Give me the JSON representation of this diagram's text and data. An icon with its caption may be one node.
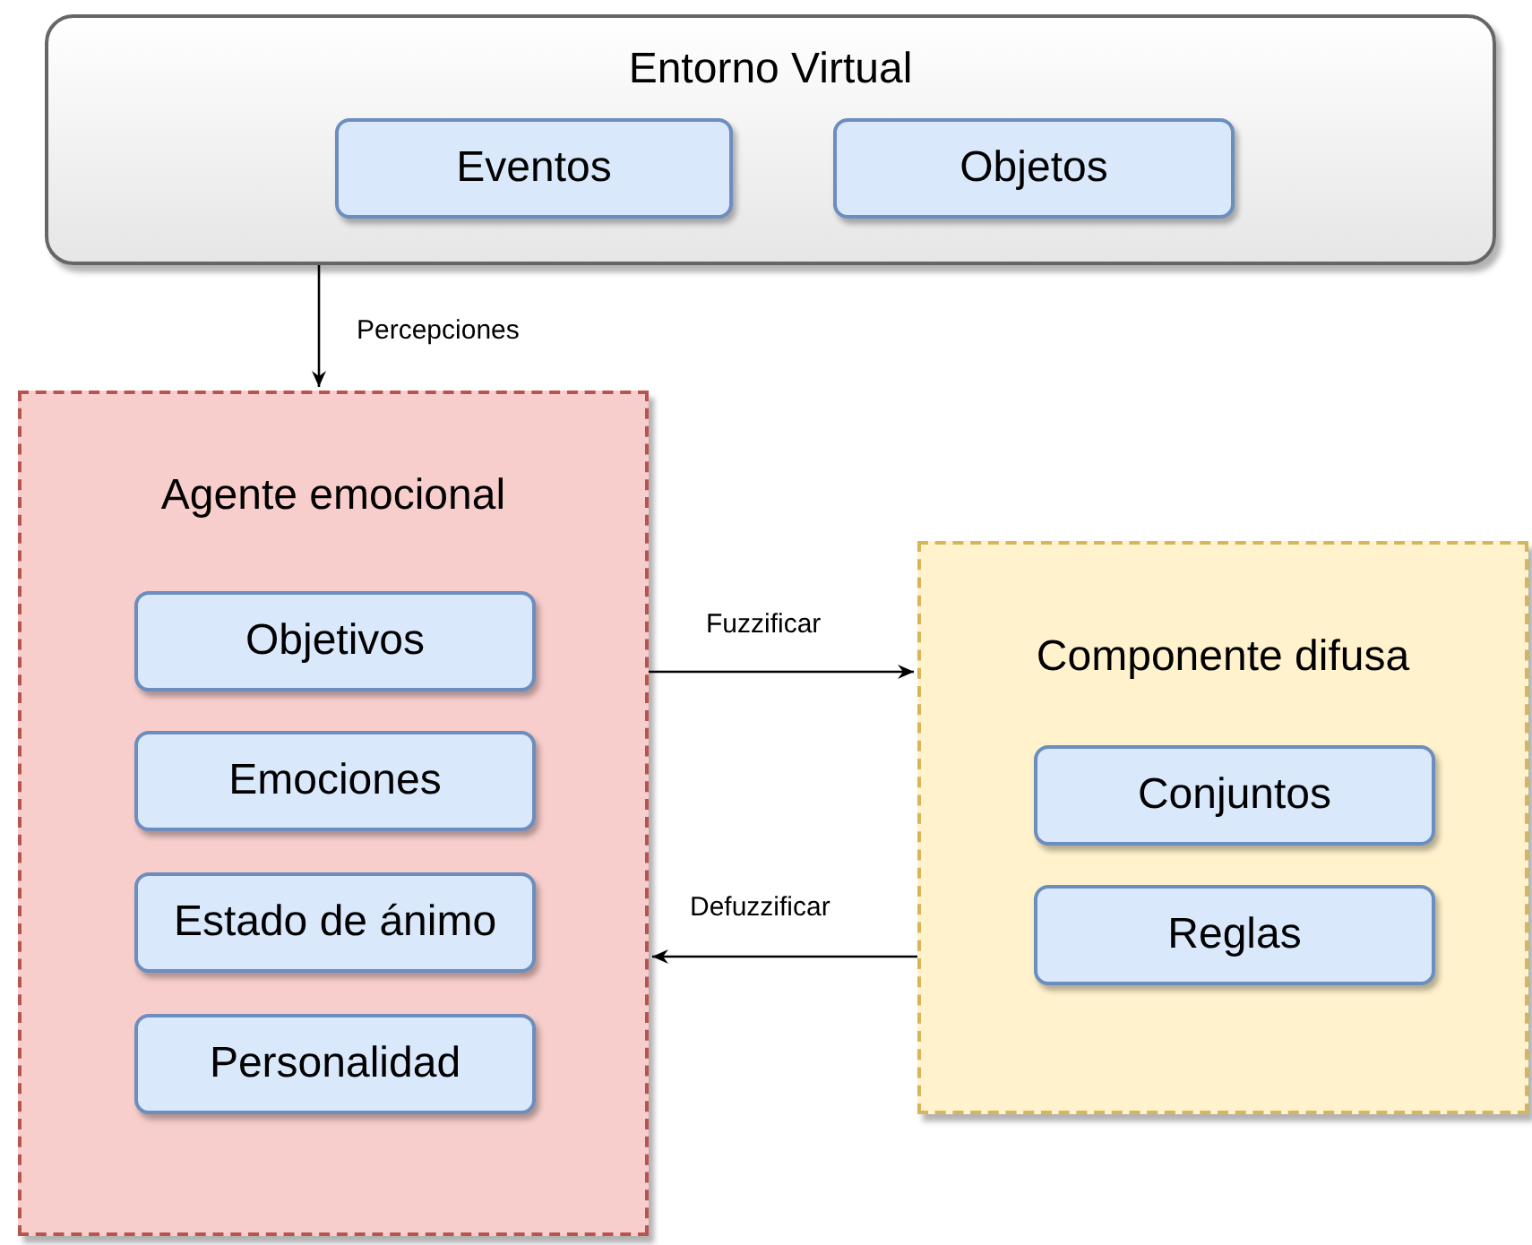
{
  "diagram": {
    "nodes": [
      {
        "text": [
          "Entorno Virtual"
        ]
      },
      {
        "text": [
          "Eventos"
        ],
        "in": 0
      },
      {
        "text": [
          "Objetos"
        ],
        "in": 0
      },
      {
        "text": [
          "Agente emocional"
        ]
      },
      {
        "text": [
          "Objetivos"
        ],
        "in": 3
      },
      {
        "text": [
          "Emociones"
        ],
        "in": 3
      },
      {
        "text": [
          "Estado de ánimo"
        ],
        "in": 3
      },
      {
        "text": [
          "Personalidad"
        ],
        "in": 3
      },
      {
        "text": [
          "Componente difusa"
        ]
      },
      {
        "text": [
          "Conjuntos"
        ],
        "in": 8
      },
      {
        "text": [
          "Reglas"
        ],
        "in": 8
      }
    ],
    "edges": [
      {
        "from": 0,
        "to": 3,
        "arrow": "to",
        "label": "Percepciones"
      },
      {
        "from": 3,
        "to": 8,
        "arrow": "to",
        "label": "Fuzzificar"
      },
      {
        "from": 8,
        "to": 3,
        "arrow": "to",
        "label": "Defuzzificar"
      }
    ]
  }
}
